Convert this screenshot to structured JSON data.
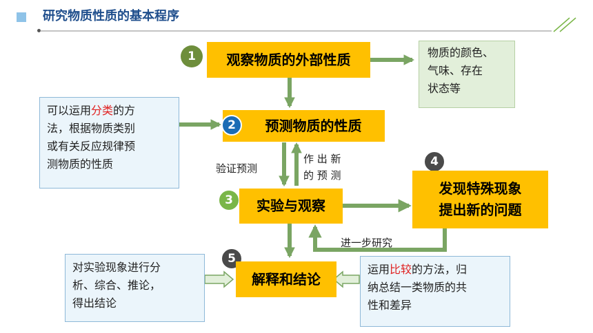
{
  "header": {
    "title": "研究物质性质的基本程序"
  },
  "steps": [
    {
      "number": "1",
      "label": "观察物质的外部性质",
      "badge_color": "#6e8e3c"
    },
    {
      "number": "2",
      "label": "预测物质的性质",
      "badge_color": "#1b6cb5"
    },
    {
      "number": "3",
      "label": "实验与观察",
      "badge_color": "#7ab648"
    },
    {
      "number": "4",
      "label_line1": "发现特殊现象",
      "label_line2": "提出新的问题",
      "badge_color": "#4a4a4a"
    },
    {
      "number": "5",
      "label": "解释和结论",
      "badge_color": "#4a4a4a"
    }
  ],
  "notes": {
    "observe_result": {
      "line1": "物质的颜色、",
      "line2": "气味、存在",
      "line3": "状态等"
    },
    "predict_method": {
      "part1": "可以运用",
      "highlight": "分类",
      "part2": "的方",
      "line2": "法，根据物质类别",
      "line3": "或有关反应规律预",
      "line4": "测物质的性质"
    },
    "analysis": {
      "line1": "对实验现象进行分",
      "line2": "析、综合、推论，",
      "line3": "得出结论"
    },
    "compare_method": {
      "part1": "运用",
      "highlight": "比较",
      "part2": "的方法，归",
      "line2": "纳总结一类物质的共",
      "line3": "性和差异"
    }
  },
  "arrow_labels": {
    "verify": "验证预测",
    "new_prediction_line1": "作 出 新",
    "new_prediction_line2": "的 预 测",
    "further_research": "进一步研究"
  },
  "colors": {
    "arrow": "#7aa563",
    "box": "#ffc000",
    "title": "#1f4e8c",
    "highlight": "#e02020"
  }
}
